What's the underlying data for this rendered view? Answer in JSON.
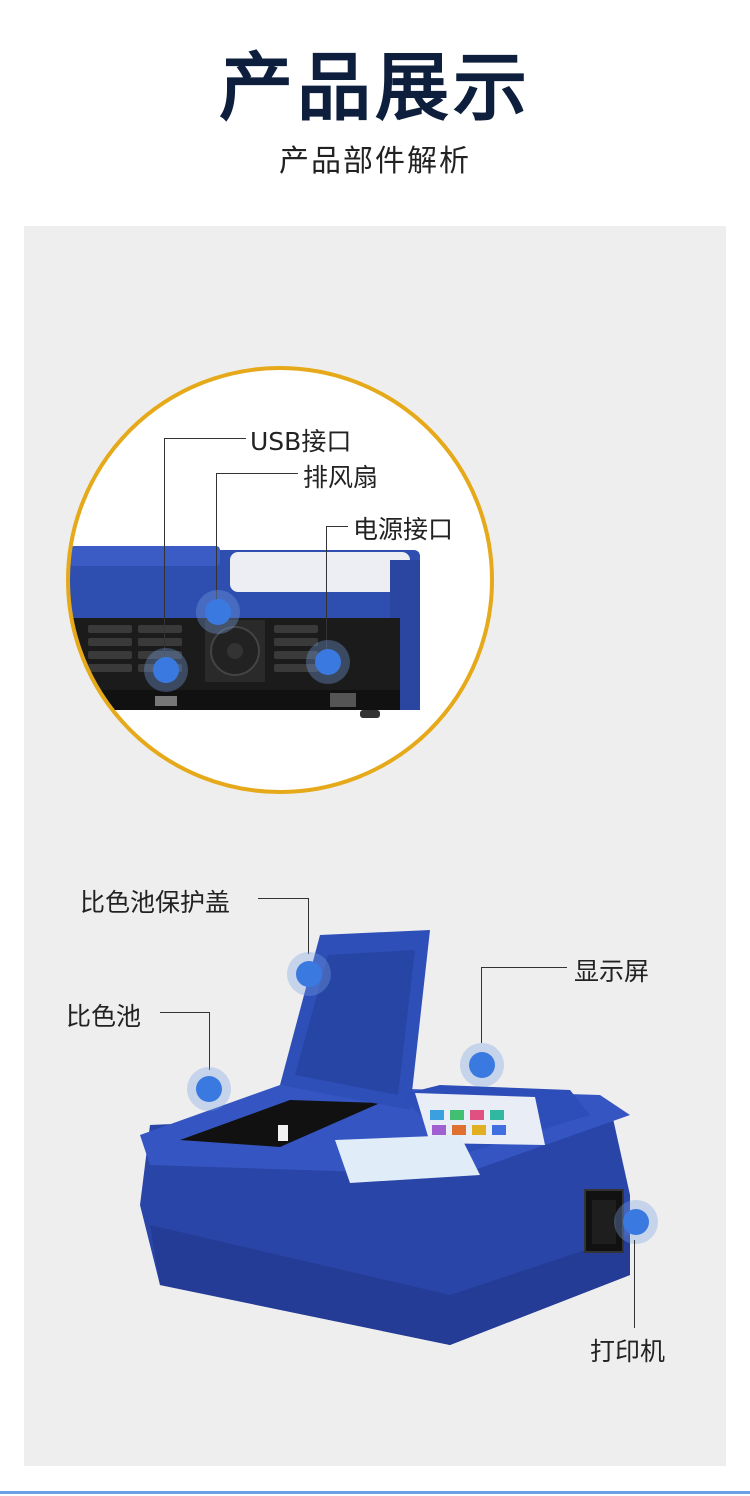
{
  "header": {
    "title": "产品展示",
    "subtitle": "产品部件解析"
  },
  "zoom_callouts": {
    "usb": "USB接口",
    "fan": "排风扇",
    "power": "电源接口"
  },
  "main_callouts": {
    "cuvette_cover": "比色池保护盖",
    "cuvette": "比色池",
    "display": "显示屏",
    "printer": "打印机"
  },
  "colors": {
    "device_blue": "#2f4fb0",
    "ring_gold": "#e5a91a",
    "marker_blue": "#3a7ae0"
  }
}
